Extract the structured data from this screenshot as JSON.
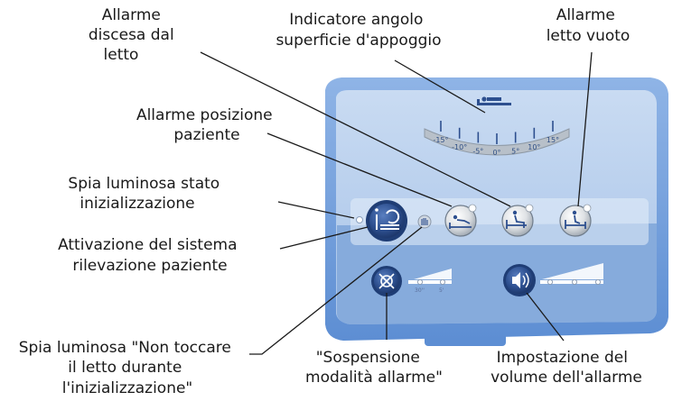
{
  "callouts": {
    "bed_exit_alarm": [
      "Allarme",
      "discesa dal",
      "letto"
    ],
    "surface_angle_indicator": [
      "Indicatore angolo",
      "superficie d'appoggio"
    ],
    "empty_bed_alarm": [
      "Allarme",
      "letto vuoto"
    ],
    "patient_position_alarm": [
      "Allarme posizione",
      "paziente"
    ],
    "init_status_light": [
      "Spia luminosa stato",
      "inizializzazione"
    ],
    "patient_detection_activation": [
      "Attivazione del sistema",
      "rilevazione paziente"
    ],
    "do_not_touch_light": [
      "Spia luminosa \"Non toccare",
      "il letto durante",
      "l'inizializzazione\""
    ],
    "alarm_suspend_mode": [
      "\"Sospensione",
      "modalità allarme\""
    ],
    "alarm_volume_setting": [
      "Impostazione del",
      "volume dell'allarme"
    ]
  },
  "angle_scale": {
    "ticks": [
      "-15°",
      "-10°",
      "-5°",
      "0°",
      "5°",
      "10°",
      "15°"
    ]
  },
  "suspend_slider": {
    "ticks": [
      "30''",
      "5'"
    ]
  },
  "colors": {
    "panel_outer": "#5d8ed3",
    "panel_light": "#a9c6ea",
    "panel_inner": "#87aee0",
    "button_blue": "#2d4f8f",
    "button_grey": "#d9dcdf",
    "leader": "#1a1a1a"
  },
  "icons": {
    "activation_button": "info-sync-bed-icon",
    "hand_light": "hand-icon",
    "position_alarm": "lying-patient-icon",
    "bed_exit_alarm": "sitting-patient-icon",
    "empty_bed_alarm": "empty-bed-icon",
    "suspend_button": "alarm-suspend-icon",
    "volume_button": "speaker-icon"
  }
}
